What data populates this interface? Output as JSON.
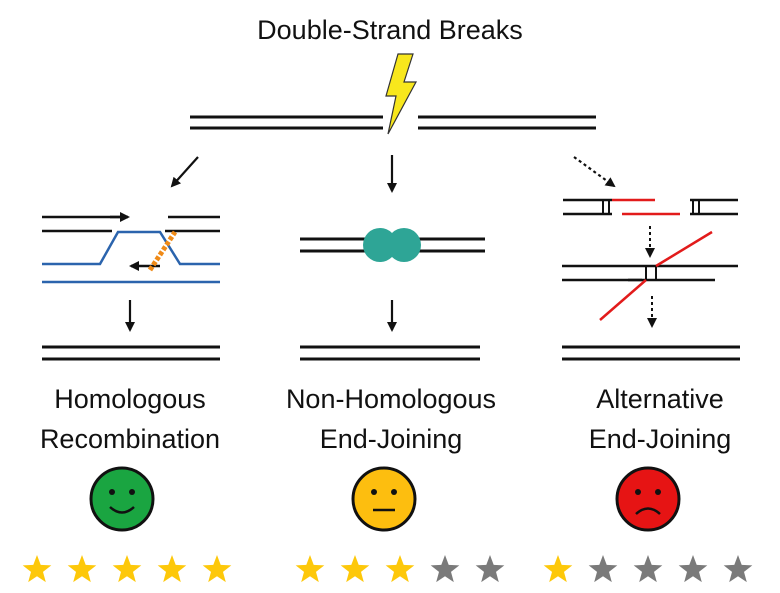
{
  "title": "Double-Strand Breaks",
  "pathways": [
    {
      "name_line1": "Homologous",
      "name_line2": "Recombination",
      "face": "happy-face-icon",
      "face_color": "#1aa541",
      "rating": 5,
      "rating_max": 5
    },
    {
      "name_line1": "Non-Homologous",
      "name_line2": "End-Joining",
      "face": "neutral-face-icon",
      "face_color": "#fdbe0f",
      "rating": 3,
      "rating_max": 5
    },
    {
      "name_line1": "Alternative",
      "name_line2": "End-Joining",
      "face": "sad-face-icon",
      "face_color": "#e61414",
      "rating": 1,
      "rating_max": 5
    }
  ],
  "colors": {
    "strand": "#111111",
    "template_strand": "#2b64ad",
    "microhomology_strand": "#e21b1b",
    "lightning": "#f8e71c",
    "ku_protein": "#2ea596",
    "star_filled": "#fdc80a",
    "star_empty": "#7a7a7a"
  }
}
